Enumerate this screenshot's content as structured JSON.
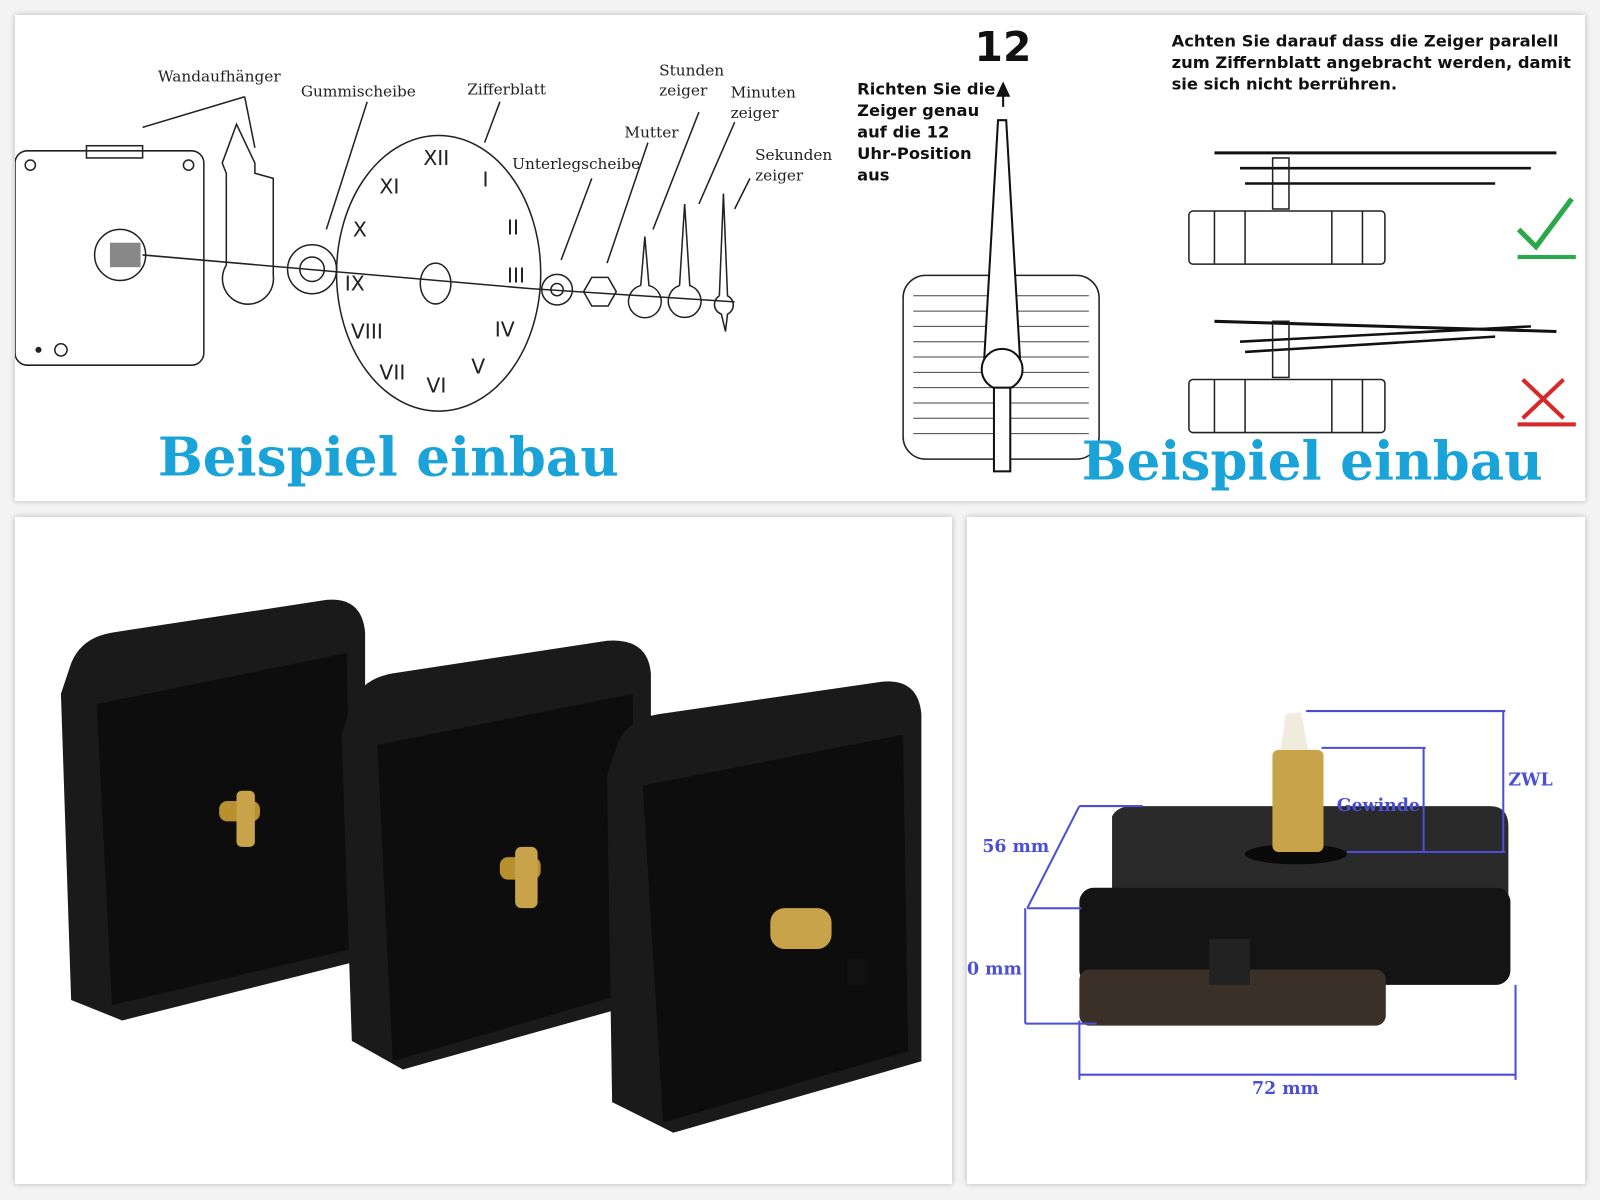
{
  "assembly_diagram": {
    "labels": {
      "wall_hanger": "Wandaufhänger",
      "rubber_washer": "Gummischeibe",
      "dial": "Zifferblatt",
      "washer": "Unterlegscheibe",
      "nut": "Mutter",
      "hour_hand": [
        "Stunden",
        "zeiger"
      ],
      "minute_hand": [
        "Minuten",
        "zeiger"
      ],
      "second_hand": [
        "Sekunden",
        "zeiger"
      ]
    },
    "numerals": [
      "XII",
      "I",
      "II",
      "III",
      "IV",
      "V",
      "VI",
      "VII",
      "VIII",
      "IX",
      "X",
      "XI"
    ],
    "title": "Beispiel einbau"
  },
  "alignment_diagram": {
    "twelve": "12",
    "instruction": [
      "Richten Sie die",
      "Zeiger genau",
      "auf die 12",
      "Uhr-Position",
      "aus"
    ],
    "parallel_note": [
      "Achten Sie darauf dass die Zeiger paralell",
      "zum Ziffernblatt angebracht werden, damit",
      "sie sich nicht berrühren."
    ],
    "correct_color": "#2aa84a",
    "wrong_color": "#d62a2a",
    "title": "Beispiel einbau"
  },
  "dimensions": {
    "depth": "56 mm",
    "height": "0 mm",
    "width": "72 mm",
    "thread": "Gewinde",
    "shaft": "ZWL",
    "color": "#4a4fd6"
  }
}
